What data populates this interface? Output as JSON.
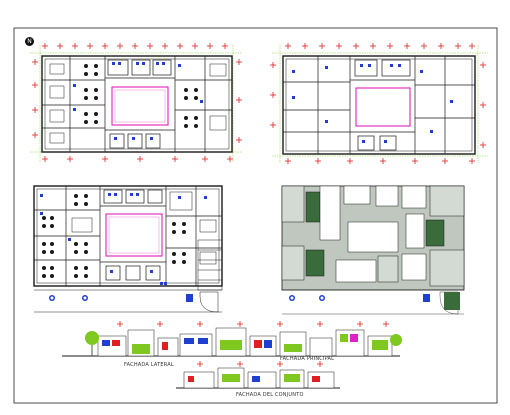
{
  "sheet": {
    "north_symbol": "N",
    "labels": {
      "lateral_facade": "FACHADA LATERAL",
      "main_facade": "FACHADA PRINCIPAL",
      "set_facade": "FACHADA DEL CONJUNTO"
    },
    "views": [
      "ground-floor-plan",
      "upper-floor-plan",
      "furnished-floor-plan",
      "roof-plan",
      "elevations"
    ],
    "colors": {
      "outline": "#1a1a1a",
      "courtyard": "#e020c0",
      "dimension_marks": "#e02020",
      "axis_grid": "#7ec820",
      "fixtures": "#1f3fd0",
      "roof_shade": "#bfc7bf",
      "roof_dark": "#3a6b3a"
    }
  }
}
